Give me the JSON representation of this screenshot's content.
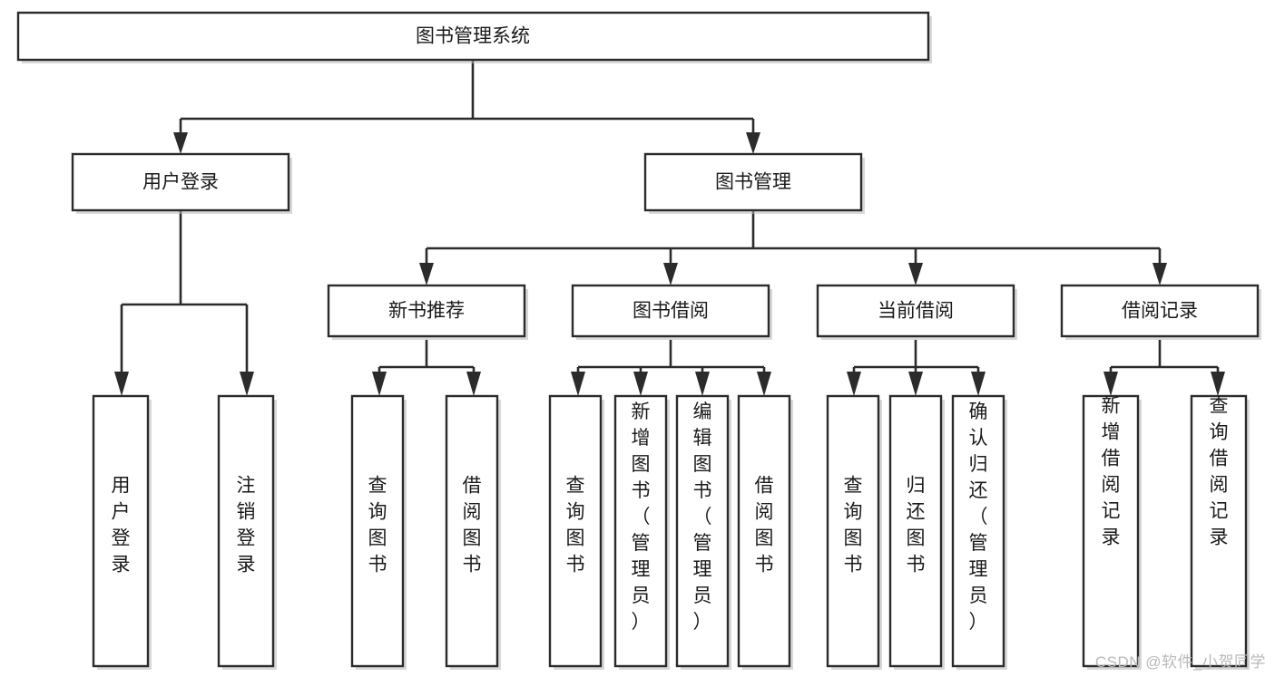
{
  "diagram": {
    "type": "tree",
    "title": "图书管理系统",
    "watermark": "CSDN @软件_小贺同学",
    "colors": {
      "background": "#ffffff",
      "node_fill": "#ffffff",
      "node_stroke": "#2b2b2b",
      "connector": "#2b2b2b",
      "text": "#1a1a1a",
      "watermark": "#b9b9b9"
    },
    "root": {
      "label": "图书管理系统"
    },
    "level2": [
      {
        "label": "用户登录"
      },
      {
        "label": "图书管理"
      }
    ],
    "level3": [
      {
        "label": "新书推荐"
      },
      {
        "label": "图书借阅"
      },
      {
        "label": "当前借阅"
      },
      {
        "label": "借阅记录"
      }
    ],
    "leaves": {
      "user_login": [
        {
          "label": "用户登录"
        },
        {
          "label": "注销登录"
        }
      ],
      "new_book_recommend": [
        {
          "label": "查询图书"
        },
        {
          "label": "借阅图书"
        }
      ],
      "book_borrow": [
        {
          "label": "查询图书"
        },
        {
          "label": "新增图书（管理员）"
        },
        {
          "label": "编辑图书（管理员）"
        },
        {
          "label": "借阅图书"
        }
      ],
      "current_borrow": [
        {
          "label": "查询图书"
        },
        {
          "label": "归还图书"
        },
        {
          "label": "确认归还（管理员）"
        }
      ],
      "borrow_record": [
        {
          "label": "新增借阅记录"
        },
        {
          "label": "查询借阅记录"
        }
      ]
    }
  }
}
